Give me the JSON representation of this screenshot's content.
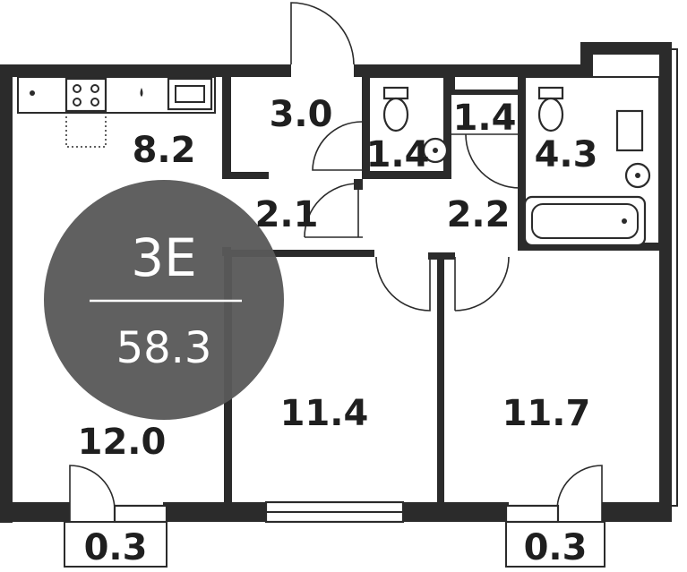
{
  "badge": {
    "type_label": "3E",
    "total_area": "58.3",
    "color": "#5a5a5a"
  },
  "rooms": {
    "kitchen": "8.2",
    "hall": "3.0",
    "wc_left": "1.4",
    "wc_right": "1.4",
    "bathroom": "4.3",
    "corridor_left": "2.1",
    "corridor_right": "2.2",
    "living": "12.0",
    "bedroom_middle": "11.4",
    "bedroom_right": "11.7",
    "balcony_left": "0.3",
    "balcony_right": "0.3"
  }
}
